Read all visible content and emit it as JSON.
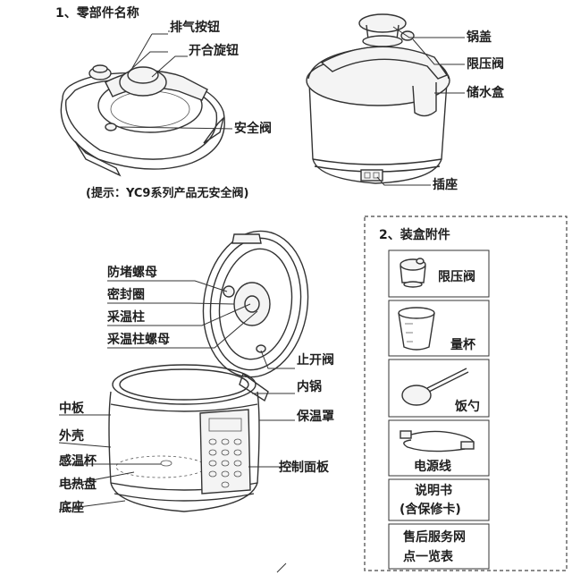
{
  "section1": {
    "heading": "1、零部件名称",
    "lid_labels": {
      "exhaust_button": "排气按钮",
      "open_close_knob": "开合旋钮",
      "safety_valve": "安全阀"
    },
    "note": "(提示：YC9系列产品无安全阀)",
    "side_labels": {
      "lid": "锅盖",
      "pressure_valve": "限压阀",
      "water_box": "储水盒",
      "socket": "插座"
    }
  },
  "cooker_labels": {
    "anti_block_nut": "防堵螺母",
    "seal_ring": "密封圈",
    "temp_column": "采温柱",
    "temp_column_nut": "采温柱螺母",
    "stop_valve": "止开阀",
    "inner_pot": "内锅",
    "middle_plate": "中板",
    "insulation_cover": "保温罩",
    "outer_shell": "外壳",
    "sensor_cup": "感温杯",
    "control_panel": "控制面板",
    "heating_plate": "电热盘",
    "base": "底座"
  },
  "section2": {
    "heading": "2、装盒附件",
    "items": [
      {
        "label": "限压阀",
        "icon": "pressure-valve-icon"
      },
      {
        "label": "量杯",
        "icon": "measuring-cup-icon"
      },
      {
        "label": "饭勺",
        "icon": "rice-spoon-icon"
      },
      {
        "label": "电源线",
        "icon": "power-cord-icon"
      },
      {
        "label": "说明书",
        "sublabel": "(含保修卡)"
      },
      {
        "label": "售后服务网",
        "sublabel": "点一览表"
      }
    ]
  }
}
